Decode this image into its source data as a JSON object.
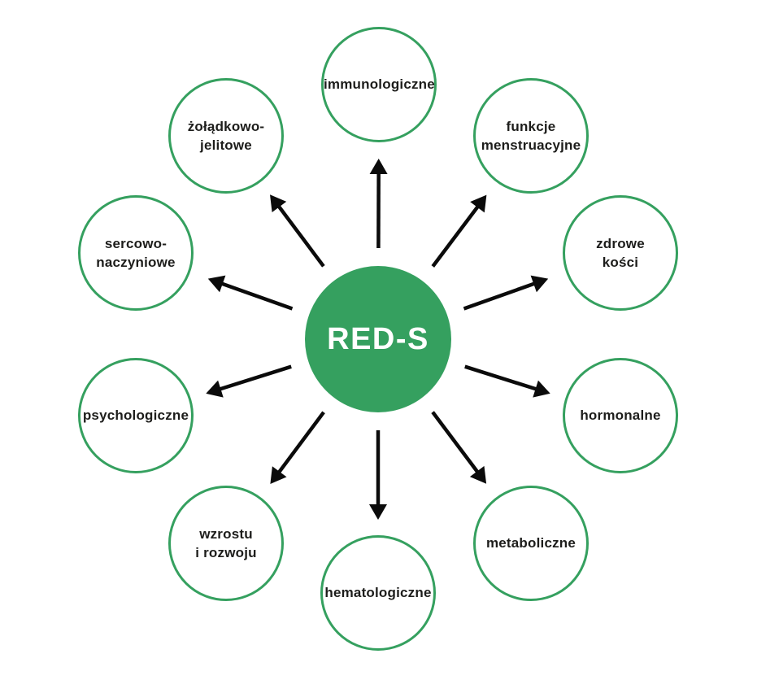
{
  "diagram": {
    "title": "RED-S consequences diagram",
    "center": {
      "label": "RED-S"
    },
    "nodes": [
      {
        "label": "immunologiczne"
      },
      {
        "label": "funkcje\nmenstruacyjne"
      },
      {
        "label": "zdrowe\nkości"
      },
      {
        "label": "hormonalne"
      },
      {
        "label": "metaboliczne"
      },
      {
        "label": "hematologiczne"
      },
      {
        "label": "wzrostu\ni rozwoju"
      },
      {
        "label": "psychologiczne"
      },
      {
        "label": "sercowo-\nnaczyniowe"
      },
      {
        "label": "żołądkowo-\njelitowe"
      }
    ],
    "colors": {
      "green": "#35A05F",
      "text": "#1D1D1B",
      "arrow": "#0B0B0B",
      "background": "#FFFFFF",
      "center_text": "#FFFFFF"
    }
  }
}
